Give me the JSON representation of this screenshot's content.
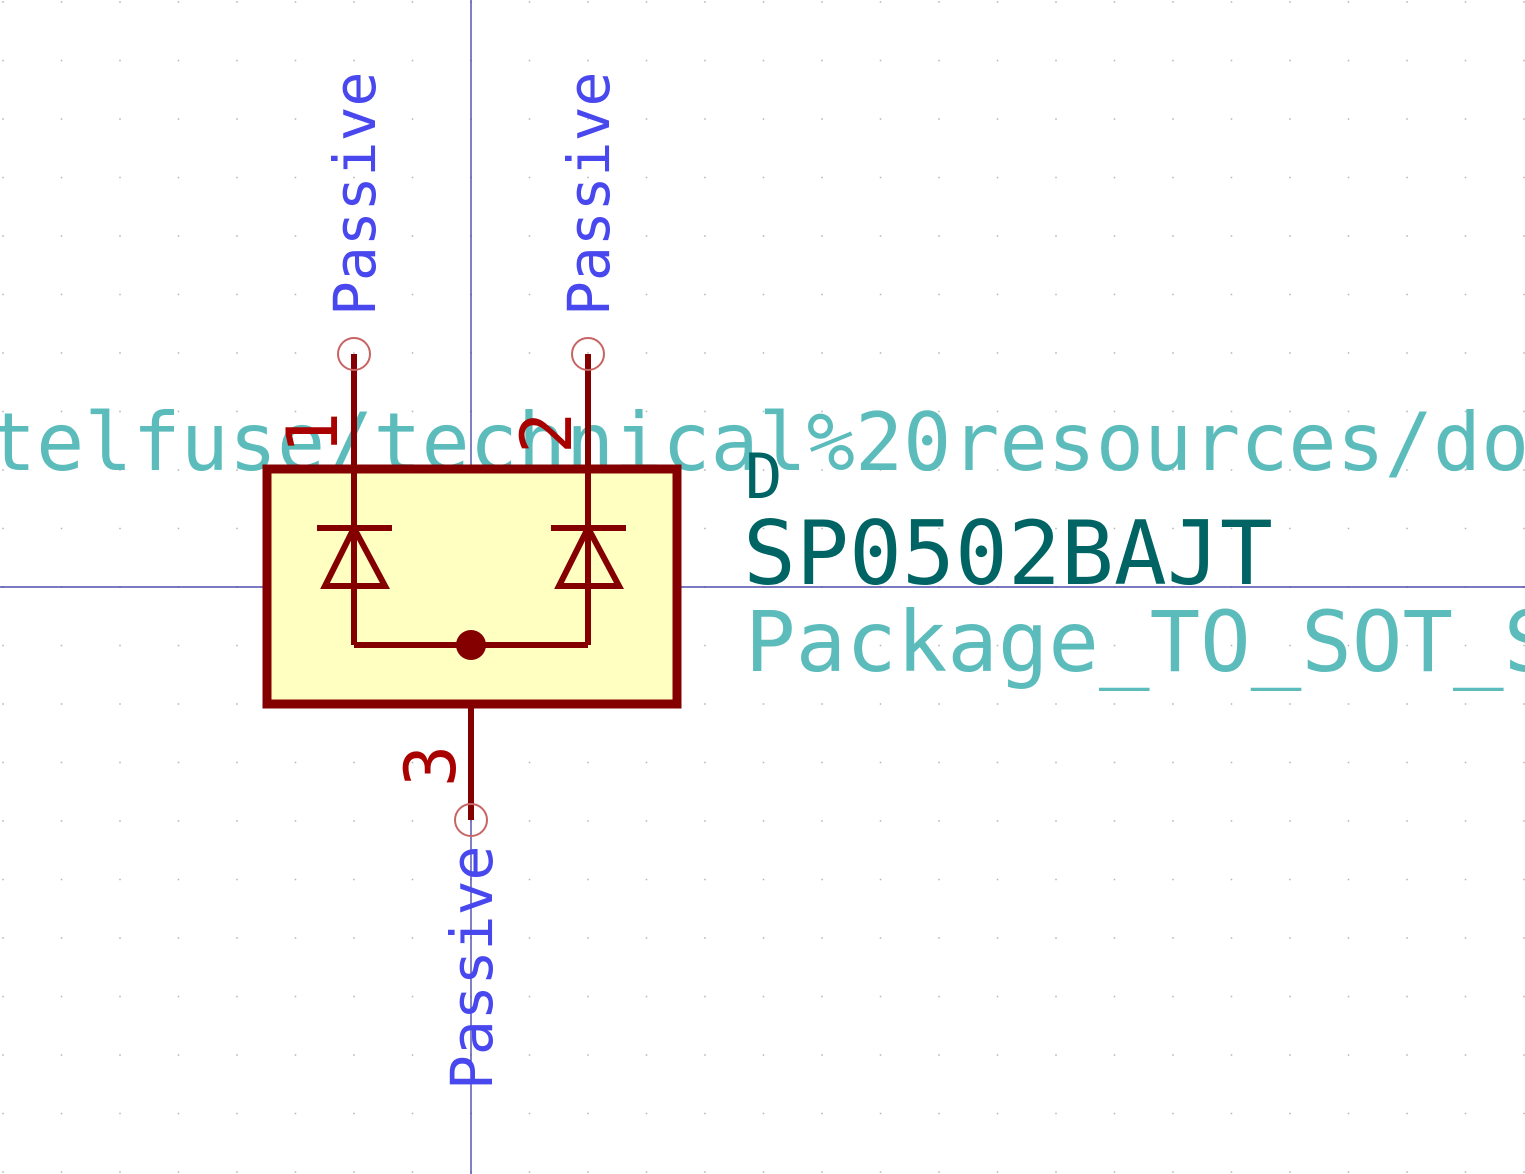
{
  "symbol": {
    "reference": "D",
    "value": "SP0502BAJT",
    "footprint": "Package_TO_SOT_S",
    "datasheet": "telfuse/technical%20resources/doc"
  },
  "pins": [
    {
      "number": "1",
      "type": "Passive"
    },
    {
      "number": "2",
      "type": "Passive"
    },
    {
      "number": "3",
      "type": "Passive"
    }
  ],
  "colors": {
    "background": "#ffffff",
    "grid_dot": "#b4b4b4",
    "axis": "#2c2ca0",
    "body_outline": "#840000",
    "body_fill": "#ffffc2",
    "pin_line": "#840000",
    "pin_number": "#a90000",
    "pin_type": "#4848ee",
    "reference": "#006464",
    "value": "#006464",
    "field_secondary": "#5cbcbc",
    "pin_endpoint": "#c86464"
  }
}
